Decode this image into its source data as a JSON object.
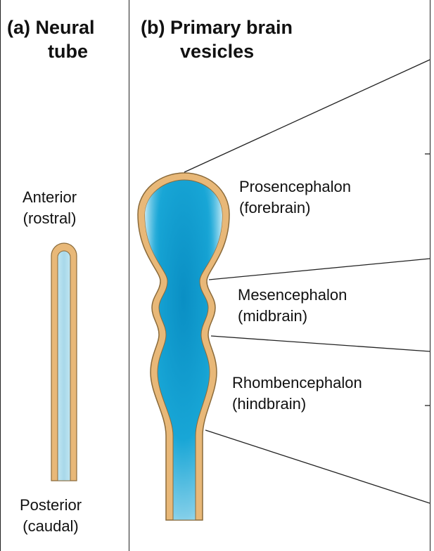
{
  "panel_a": {
    "heading_line1": "(a) Neural",
    "heading_line2": "tube",
    "anterior_line1": "Anterior",
    "anterior_line2": "(rostral)",
    "posterior_line1": "Posterior",
    "posterior_line2": "(caudal)"
  },
  "panel_b": {
    "heading_line1": "(b) Primary brain",
    "heading_line2": "vesicles",
    "vesicles": [
      {
        "name": "Prosencephalon",
        "common": "(forebrain)"
      },
      {
        "name": "Mesencephalon",
        "common": "(midbrain)"
      },
      {
        "name": "Rhombencephalon",
        "common": "(hindbrain)"
      }
    ]
  },
  "colors": {
    "wall": "#e8b878",
    "wall_outline": "#8a6a3a",
    "lumen_light": "#a8d8ea",
    "lumen_deep": "#0a9fd0",
    "lines": "#222222"
  }
}
